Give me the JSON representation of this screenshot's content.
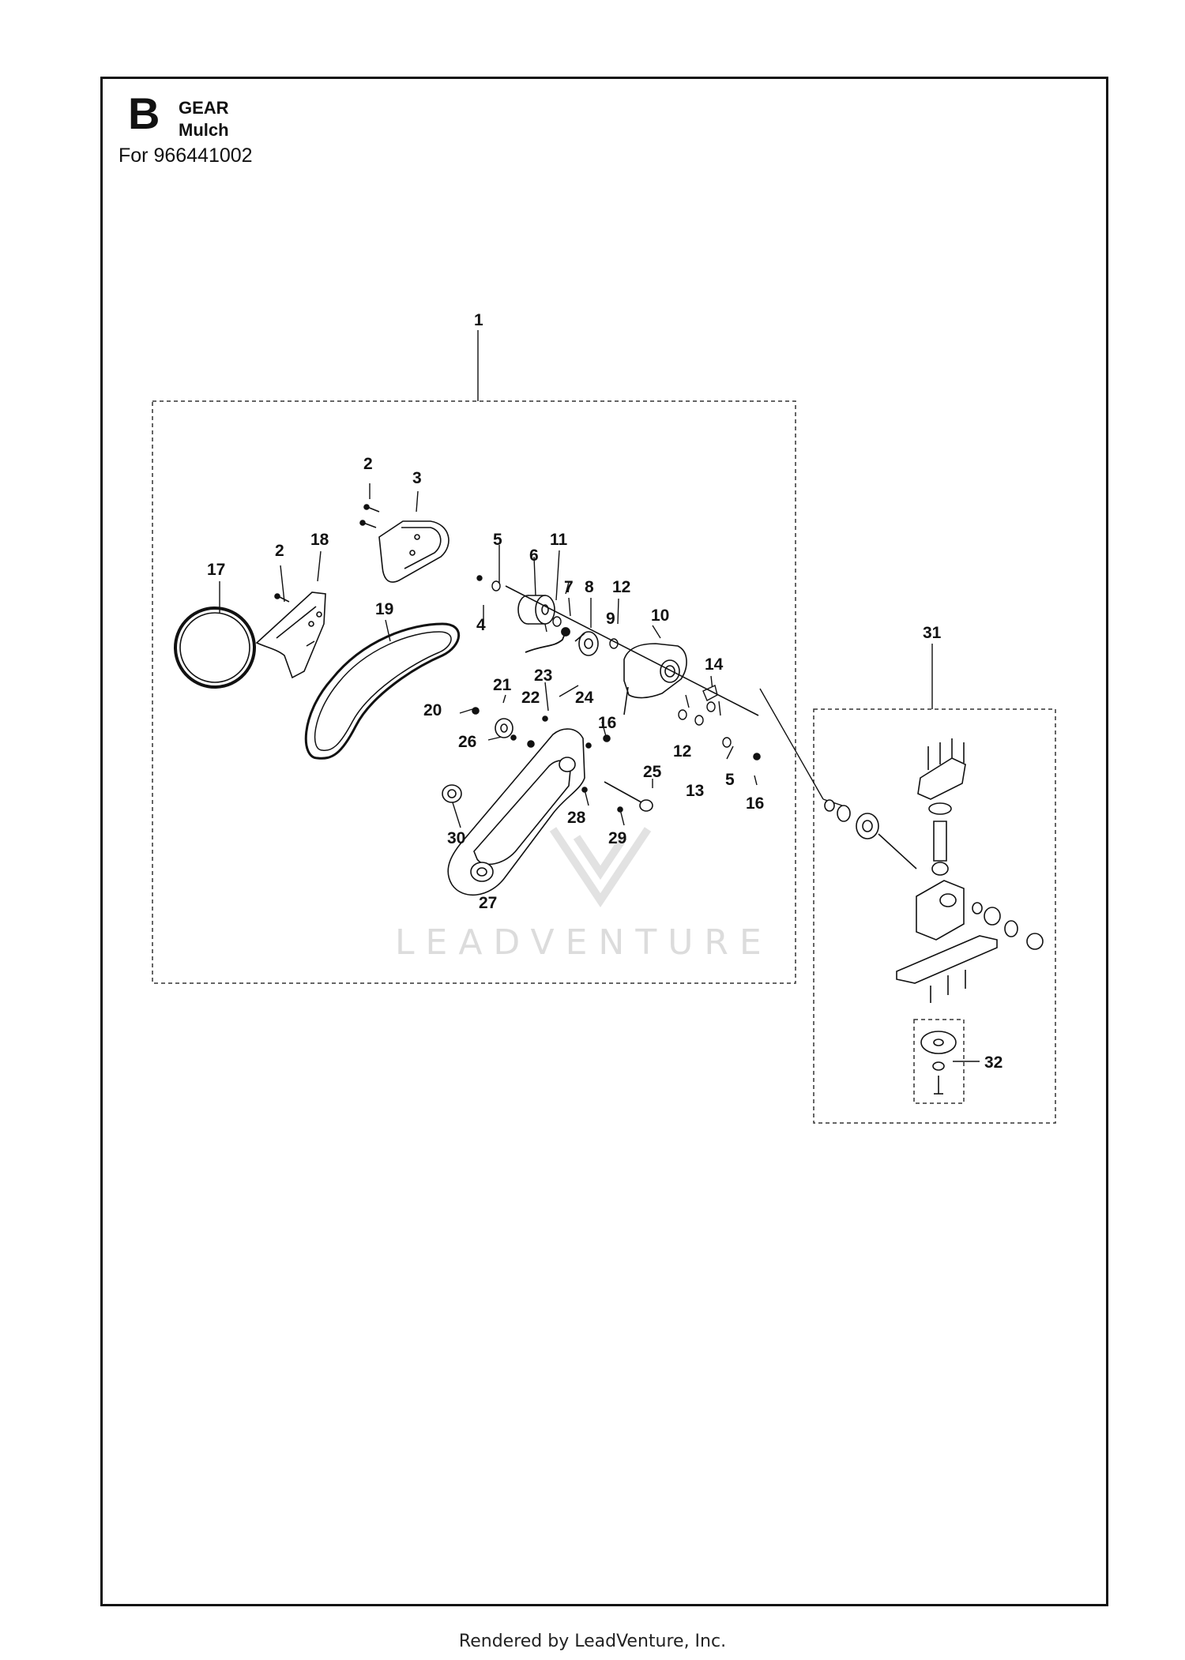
{
  "header": {
    "section_letter": "B",
    "title_line1": "GEAR",
    "title_line2": "Mulch",
    "model_line": "For 966441002"
  },
  "footer": {
    "text": "Rendered by LeadVenture, Inc."
  },
  "watermark": {
    "text": "LEADVENTURE"
  },
  "callouts": [
    "1",
    "2",
    "3",
    "2",
    "18",
    "17",
    "19",
    "5",
    "11",
    "6",
    "7",
    "8",
    "12",
    "9",
    "10",
    "4",
    "14",
    "21",
    "23",
    "22",
    "20",
    "24",
    "16",
    "26",
    "12",
    "13",
    "5",
    "16",
    "25",
    "28",
    "29",
    "30",
    "27",
    "31",
    "32"
  ]
}
